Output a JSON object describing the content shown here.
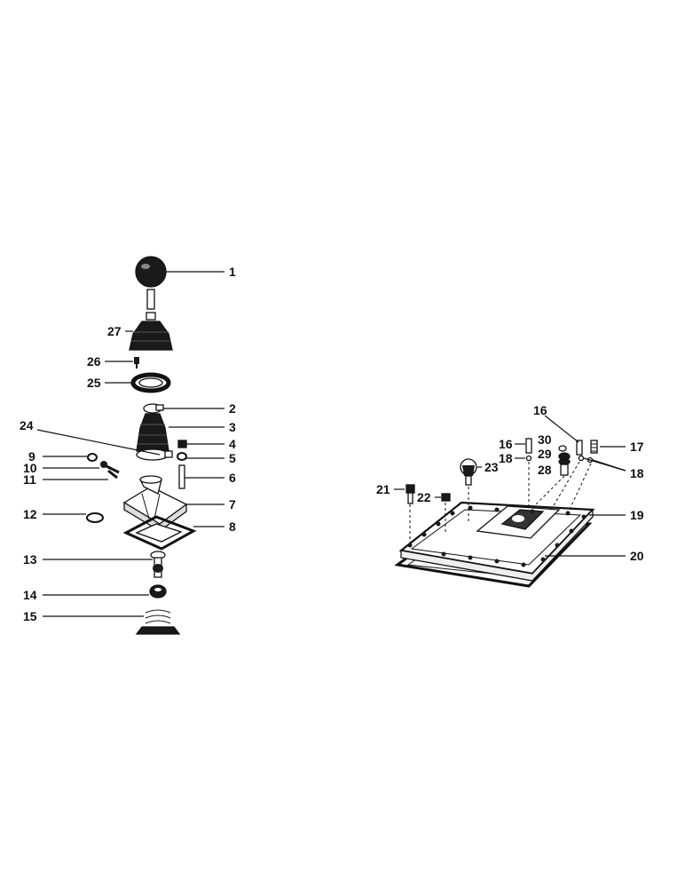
{
  "callouts": {
    "c1": "1",
    "c2": "2",
    "c3": "3",
    "c4": "4",
    "c5": "5",
    "c6": "6",
    "c7": "7",
    "c8": "8",
    "c9": "9",
    "c10": "10",
    "c11": "11",
    "c12": "12",
    "c13": "13",
    "c14": "14",
    "c15": "15",
    "c16a": "16",
    "c16b": "16",
    "c17": "17",
    "c18a": "18",
    "c18b": "18",
    "c19": "19",
    "c20": "20",
    "c21": "21",
    "c22": "22",
    "c23": "23",
    "c24": "24",
    "c25": "25",
    "c26": "26",
    "c27": "27",
    "c28": "28",
    "c29": "29",
    "c30": "30"
  }
}
